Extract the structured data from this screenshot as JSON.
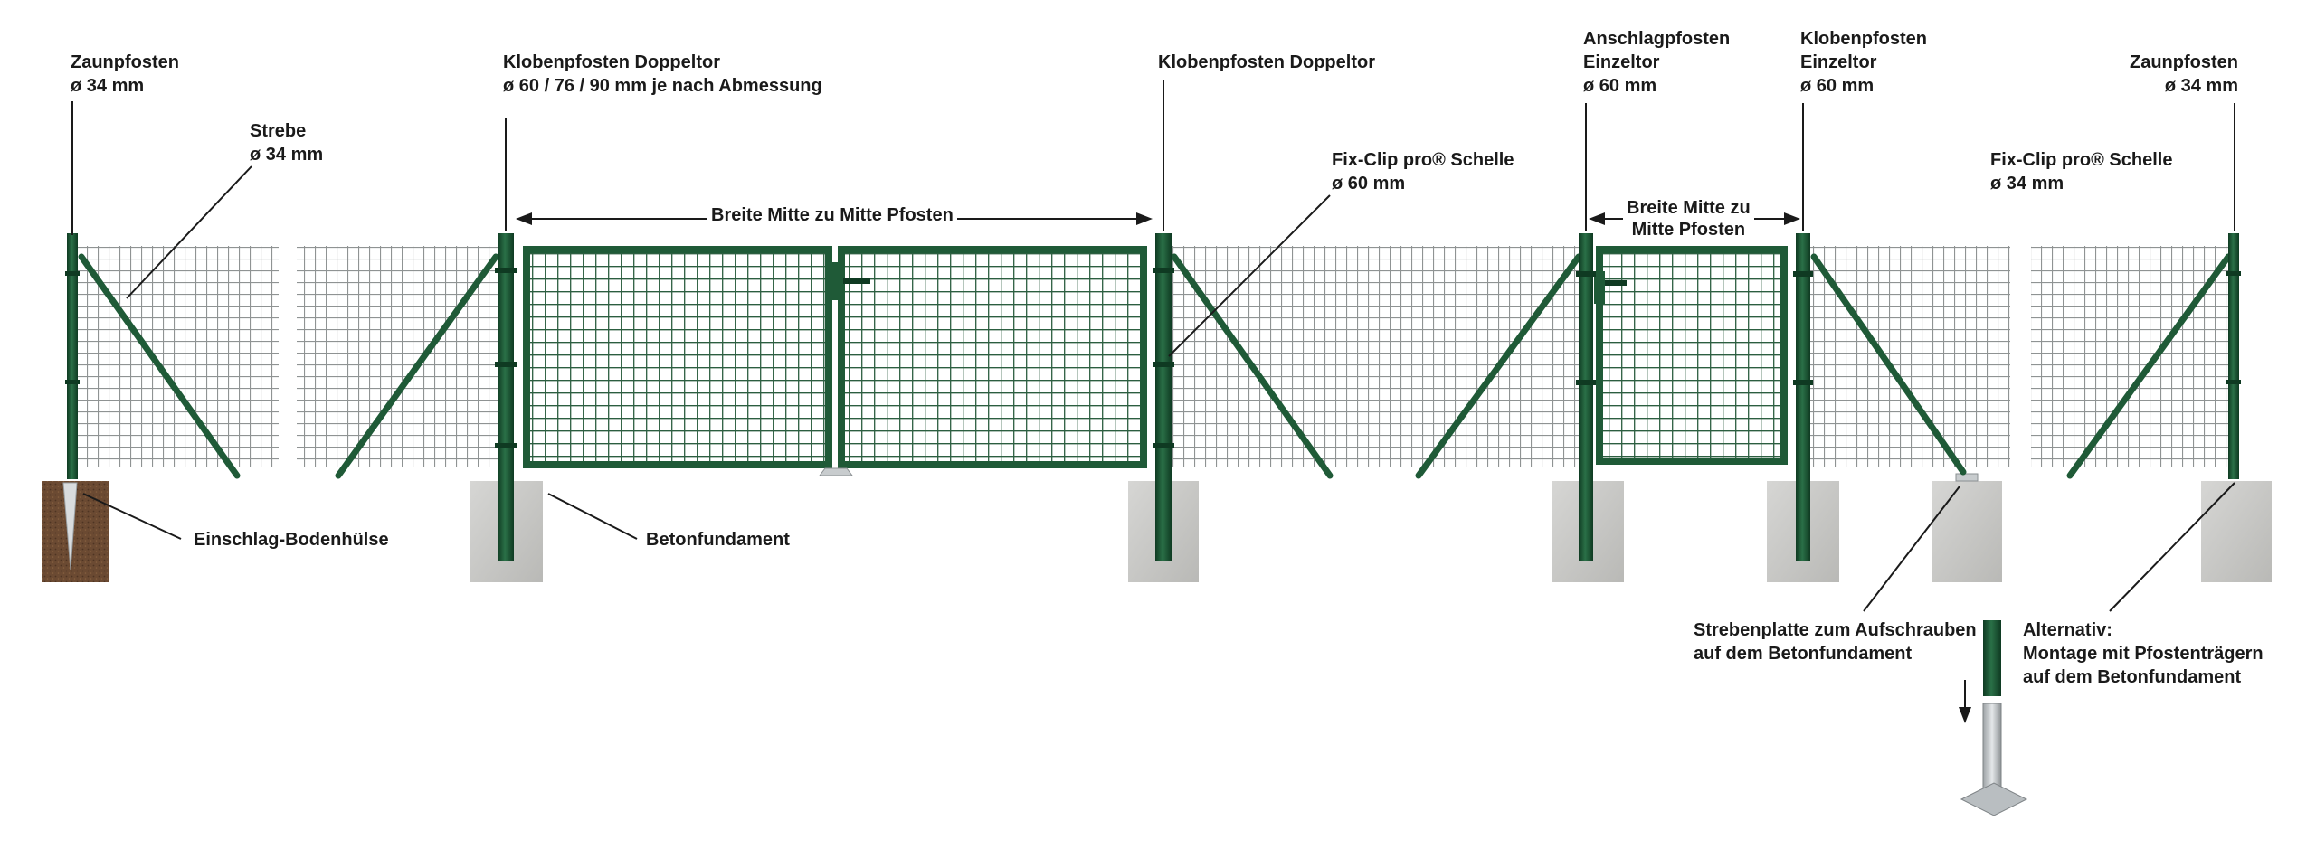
{
  "labels": {
    "zaunpfosten_left": {
      "line1": "Zaunpfosten",
      "line2": "ø 34 mm"
    },
    "strebe": {
      "line1": "Strebe",
      "line2": "ø 34 mm"
    },
    "klobenpfosten_doppeltor_left": {
      "line1": "Klobenpfosten Doppeltor",
      "line2": "ø 60 / 76 / 90 mm je nach Abmessung"
    },
    "klobenpfosten_doppeltor_right": {
      "line1": "Klobenpfosten Doppeltor"
    },
    "fixclip_60": {
      "line1": "Fix-Clip pro® Schelle",
      "line2": "ø 60 mm"
    },
    "anschlagpfosten": {
      "line1": "Anschlagpfosten",
      "line2": "Einzeltor",
      "line3": "ø 60 mm"
    },
    "klobenpfosten_einzeltor": {
      "line1": "Klobenpfosten",
      "line2": "Einzeltor",
      "line3": "ø 60 mm"
    },
    "zaunpfosten_right": {
      "line1": "Zaunpfosten",
      "line2": "ø 34 mm"
    },
    "fixclip_34": {
      "line1": "Fix-Clip pro® Schelle",
      "line2": "ø 34 mm"
    },
    "einschlag": {
      "line1": "Einschlag-Bodenhülse"
    },
    "betonfundament": {
      "line1": "Betonfundament"
    },
    "strebenplatte": {
      "line1": "Strebenplatte zum Aufschrauben",
      "line2": "auf dem Betonfundament"
    },
    "alternativ": {
      "line1": "Alternativ:",
      "line2": "Montage mit Pfostenträgern",
      "line3": "auf dem Betonfundament"
    }
  },
  "dimensions": {
    "double_gate": "Breite Mitte zu Mitte Pfosten",
    "single_gate": {
      "line1": "Breite Mitte zu",
      "line2": "Mitte Pfosten"
    }
  },
  "colors": {
    "post_green": "#1f5a37",
    "post_dark": "#0f3a22",
    "mesh_gray": "#8f9393",
    "concrete": "#c9c9c7",
    "soil": "#6b4a32"
  }
}
